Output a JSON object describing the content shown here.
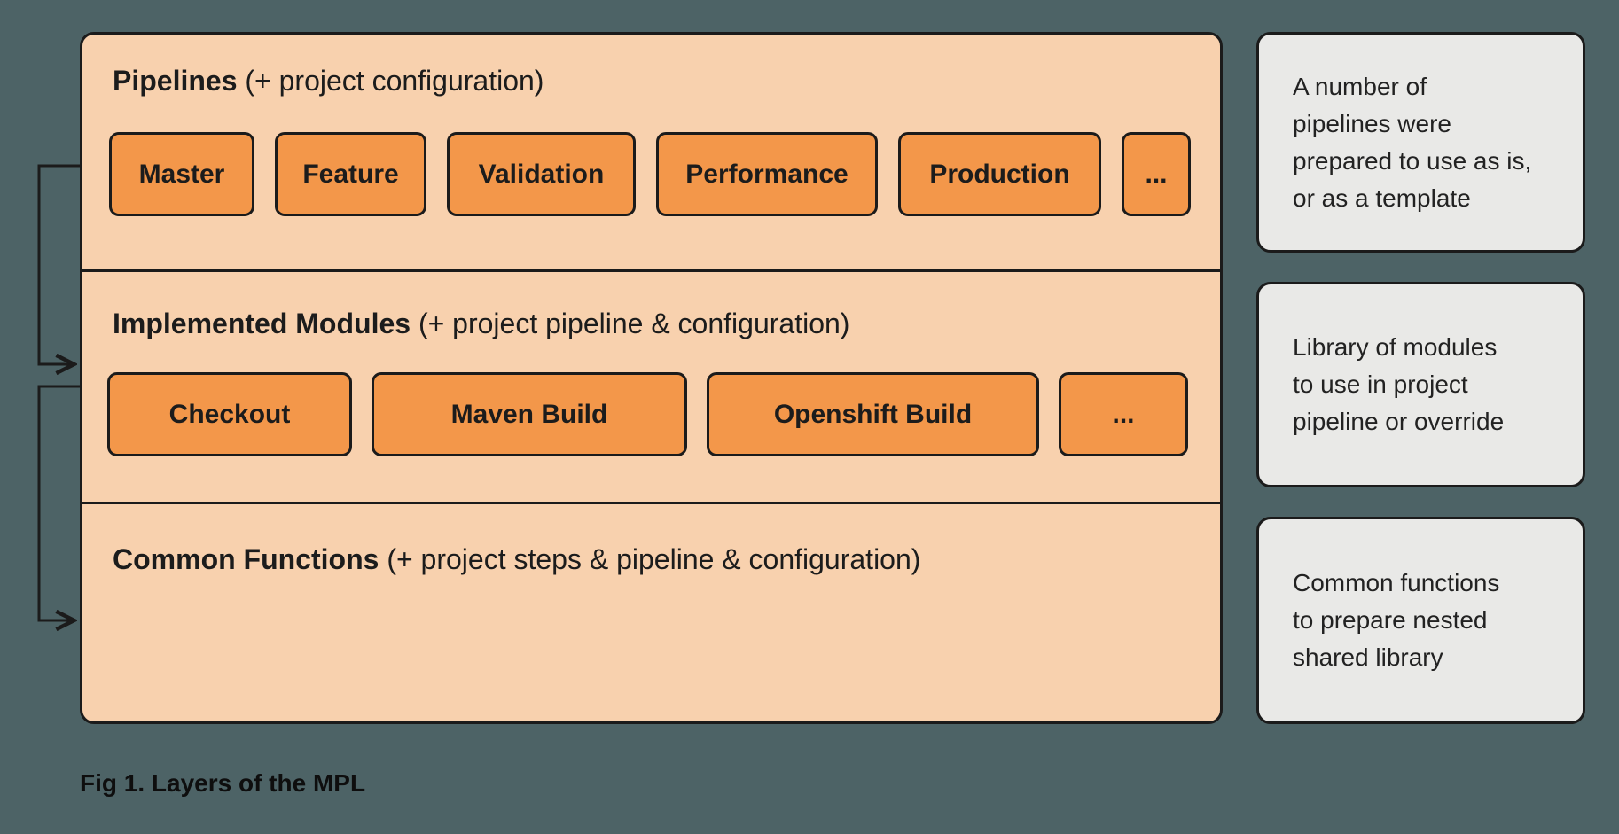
{
  "colors": {
    "background": "#4d6366",
    "layer_fill": "#f8d1ae",
    "button_fill": "#f3974a",
    "note_fill": "#e9e9e7",
    "line": "#1b1b1b"
  },
  "layers": [
    {
      "title": "Pipelines",
      "subtitle": " (+ project configuration)",
      "buttons": [
        "Master",
        "Feature",
        "Validation",
        "Performance",
        "Production",
        "..."
      ]
    },
    {
      "title": "Implemented Modules",
      "subtitle": " (+ project pipeline & configuration)",
      "buttons": [
        "Checkout",
        "Maven Build",
        "Openshift Build",
        "..."
      ]
    },
    {
      "title": "Common Functions",
      "subtitle": " (+ project steps & pipeline & configuration)",
      "buttons": []
    }
  ],
  "notes": [
    "A number of\npipelines were\nprepared to use as is,\nor as a template",
    "Library of modules\nto use in project\npipeline or override",
    "Common functions\nto prepare nested\nshared library"
  ],
  "caption": "Fig 1. Layers of the MPL"
}
